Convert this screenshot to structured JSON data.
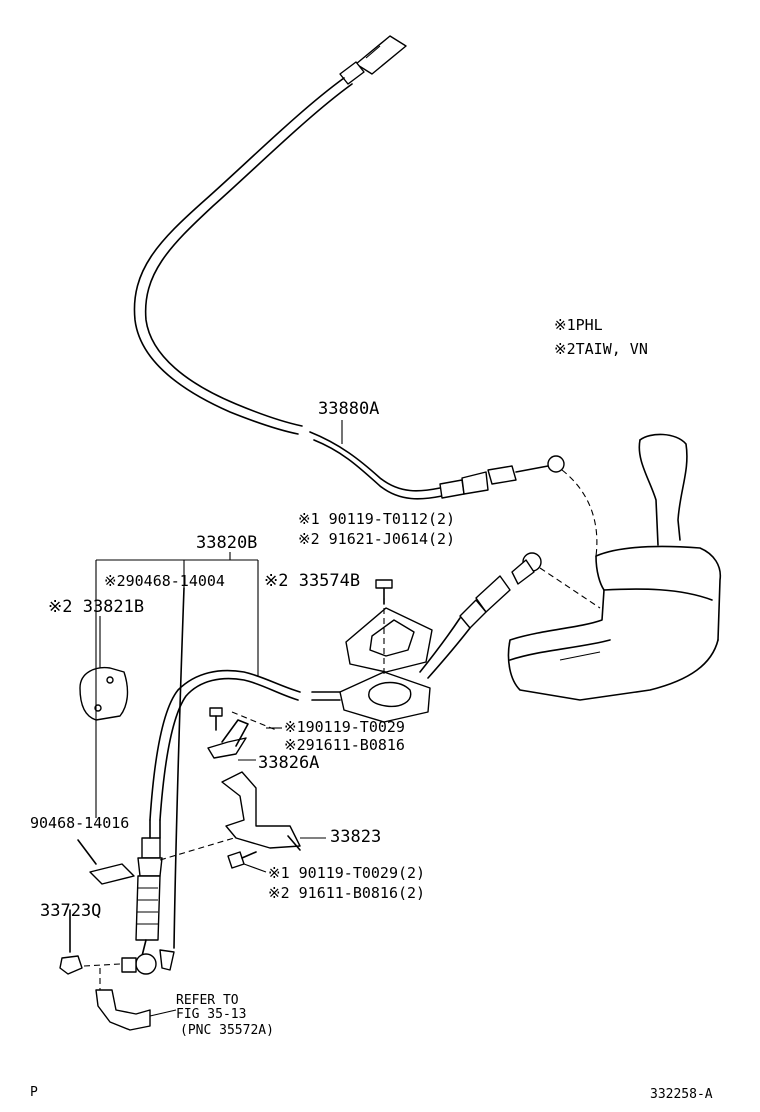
{
  "diagram": {
    "legend": {
      "line1": "※1PHL",
      "line2": "※2TAIW, VN"
    },
    "labels": {
      "cable_upper": "33880A",
      "cable_assy": "33820B",
      "bolt_top_1": "※1 90119-T0112(2)",
      "bolt_top_2": "※2 91621-J0614(2)",
      "retainer_left": "※290468-14004",
      "plate_mid": "※2 33574B",
      "cover_left": "※2 33821B",
      "bolt_mid_1": "※190119-T0029",
      "bolt_mid_2": "※291611-B0816",
      "clamp": "33826A",
      "retainer_lower": "90468-14016",
      "bracket": "33823",
      "bolt_low_1": "※1 90119-T0029(2)",
      "bolt_low_2": "※2 91611-B0816(2)",
      "nut": "33723Q",
      "refer_1": "REFER TO",
      "refer_2": "FIG 35-13",
      "refer_3": "(PNC 35572A)"
    },
    "footer": {
      "left_mark": "P",
      "figure_id": "332258-A"
    }
  }
}
